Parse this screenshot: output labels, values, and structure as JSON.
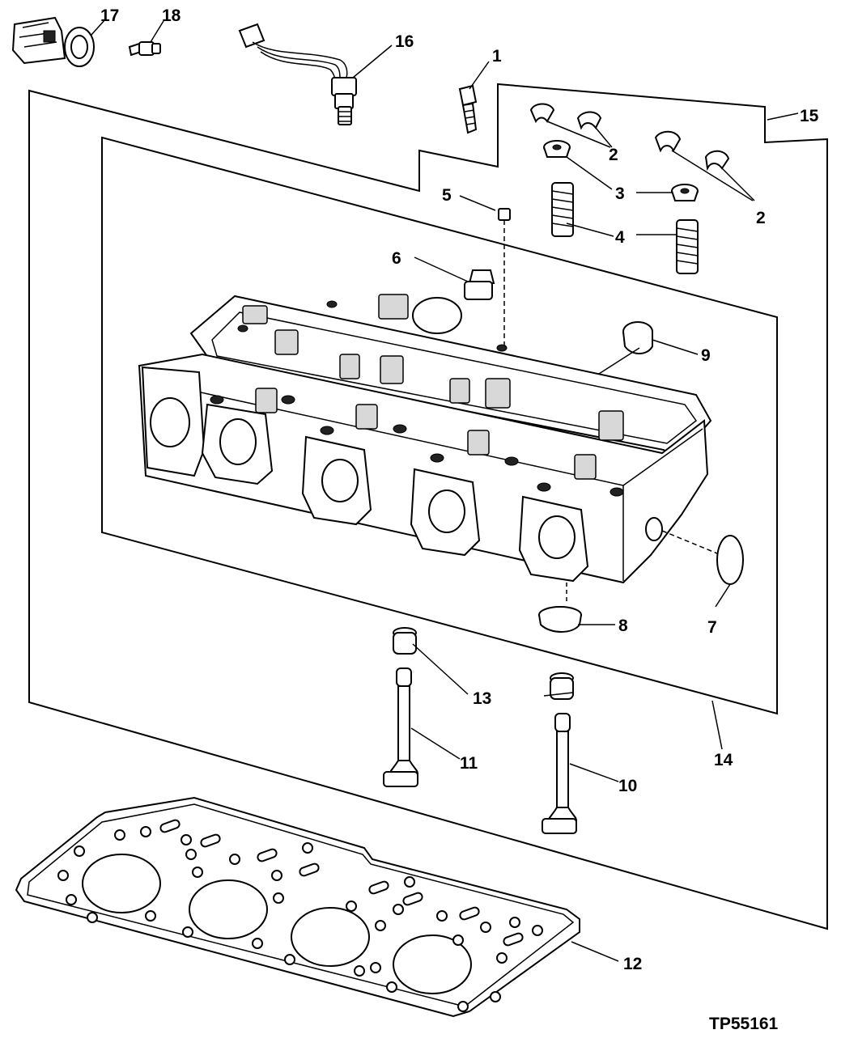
{
  "figure_id": "TP55161",
  "callouts": [
    {
      "key": "c1",
      "label": "1"
    },
    {
      "key": "c2a",
      "label": "2"
    },
    {
      "key": "c2b",
      "label": "2"
    },
    {
      "key": "c3",
      "label": "3"
    },
    {
      "key": "c4",
      "label": "4"
    },
    {
      "key": "c5",
      "label": "5"
    },
    {
      "key": "c6",
      "label": "6"
    },
    {
      "key": "c7",
      "label": "7"
    },
    {
      "key": "c8",
      "label": "8"
    },
    {
      "key": "c9",
      "label": "9"
    },
    {
      "key": "c10",
      "label": "10"
    },
    {
      "key": "c11",
      "label": "11"
    },
    {
      "key": "c12",
      "label": "12"
    },
    {
      "key": "c13",
      "label": "13"
    },
    {
      "key": "c14",
      "label": "14"
    },
    {
      "key": "c15",
      "label": "15"
    },
    {
      "key": "c16",
      "label": "16"
    },
    {
      "key": "c17",
      "label": "17"
    },
    {
      "key": "c18",
      "label": "18"
    }
  ]
}
